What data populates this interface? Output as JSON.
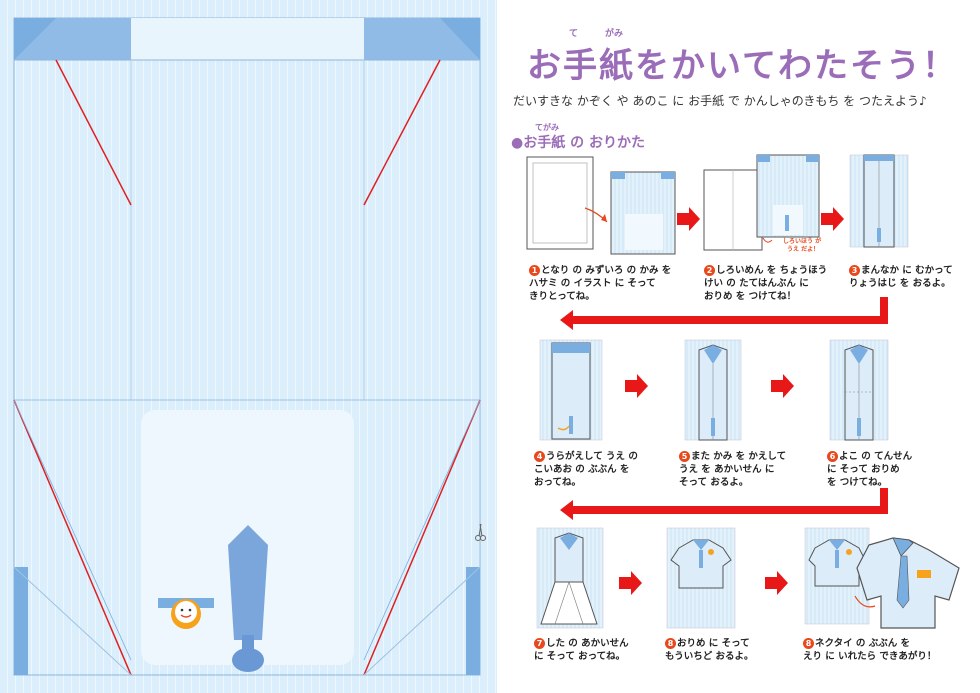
{
  "title": {
    "text": "お手紙をかいてわたそう！",
    "furigana_te": "て",
    "furigana_gami": "がみ"
  },
  "subtitle": "だいすきな かぞく や あのこ に お手紙 で かんしゃのきもち を つたえよう♪",
  "section": {
    "label": "●お手紙 の おりかた",
    "furigana": "てがみ"
  },
  "steps": [
    {
      "num": "1",
      "lines": [
        "となり の みずいろ の かみ を",
        "ハサミ の イラスト に そって",
        "きりとってね。"
      ]
    },
    {
      "num": "2",
      "lines": [
        "しろいめん を ちょうほう",
        "けい の たてはんぶん に",
        "おりめ を つけてね！"
      ]
    },
    {
      "num": "3",
      "lines": [
        "まんなか に むかって",
        "りょうはじ を おるよ。"
      ]
    },
    {
      "num": "4",
      "lines": [
        "うらがえして うえ の",
        "こいあお の ぶぶん を",
        "おってね。"
      ]
    },
    {
      "num": "5",
      "lines": [
        "また かみ を かえして",
        "うえ を あかいせん に",
        "そって おるよ。"
      ]
    },
    {
      "num": "6",
      "lines": [
        "よこ の てんせん",
        "に そって おりめ",
        "を つけてね。"
      ]
    },
    {
      "num": "7",
      "lines": [
        "した の あかいせん",
        "に そって おってね。"
      ]
    },
    {
      "num": "8",
      "lines": [
        "おりめ に そって",
        "もういちど おるよ。"
      ]
    },
    {
      "num": "8",
      "lines": [
        "ネクタイ の ぶぶん を",
        "えり に いれたら できあがり！"
      ]
    }
  ],
  "note": {
    "line1": "しろいほう が",
    "line2": "うえ だよ！"
  },
  "colors": {
    "title": "#9b6db8",
    "paper_bg": "#dbeefb",
    "dark_blue": "#7aaee0",
    "red_line": "#e02020",
    "arrow_red": "#e81818",
    "step_num": "#e8481c"
  },
  "icons": [
    "scissors-icon",
    "sun-character-icon",
    "necktie-icon"
  ]
}
